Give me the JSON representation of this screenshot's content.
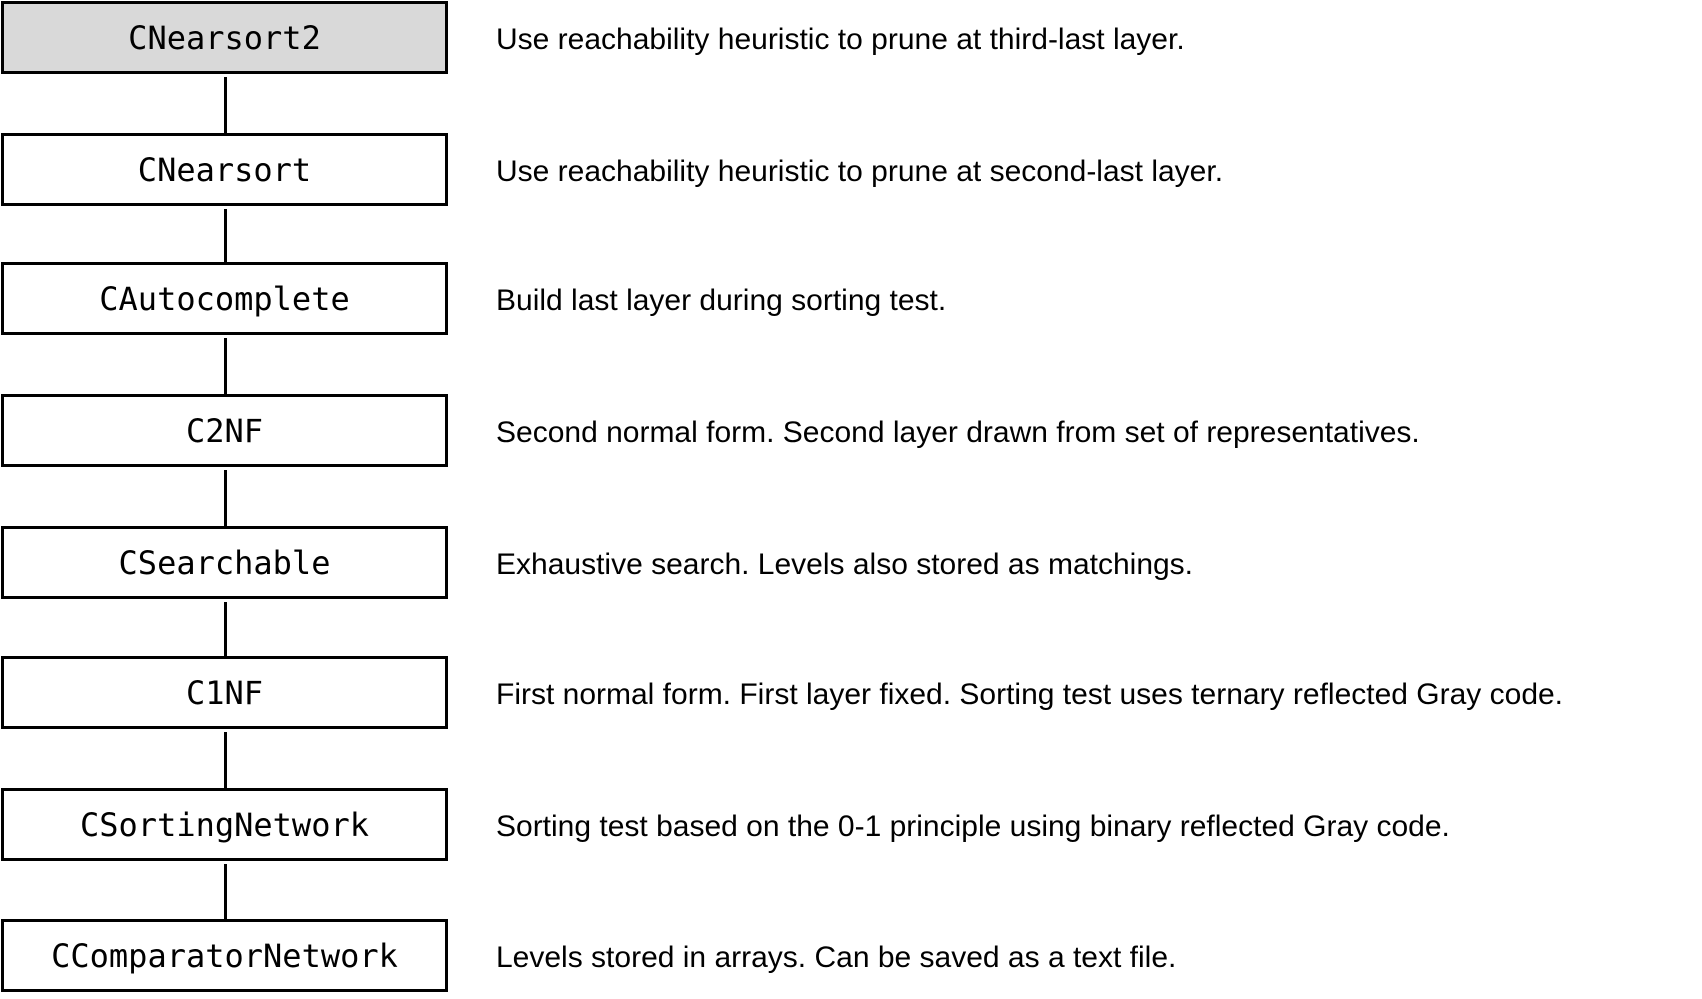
{
  "hierarchy": [
    {
      "name": "CNearsort2",
      "description": "Use reachability heuristic to prune at third-last layer.",
      "highlighted": true
    },
    {
      "name": "CNearsort",
      "description": "Use reachability heuristic to prune at second-last layer.",
      "highlighted": false
    },
    {
      "name": "CAutocomplete",
      "description": "Build last layer during sorting test.",
      "highlighted": false
    },
    {
      "name": "C2NF",
      "description": "Second normal form. Second layer drawn from set of representatives.",
      "highlighted": false
    },
    {
      "name": "CSearchable",
      "description": "Exhaustive search. Levels also stored as matchings.",
      "highlighted": false
    },
    {
      "name": "C1NF",
      "description": "First normal form. First layer fixed. Sorting test uses ternary reflected Gray code.",
      "highlighted": false
    },
    {
      "name": "CSortingNetwork",
      "description": "Sorting test based on the 0-1 principle using binary reflected Gray code.",
      "highlighted": false
    },
    {
      "name": "CComparatorNetwork",
      "description": "Levels stored in arrays. Can be saved as a text file.",
      "highlighted": false
    }
  ],
  "colors": {
    "highlight_fill": "#d9d9d9",
    "box_fill": "#ffffff",
    "stroke": "#000000"
  }
}
